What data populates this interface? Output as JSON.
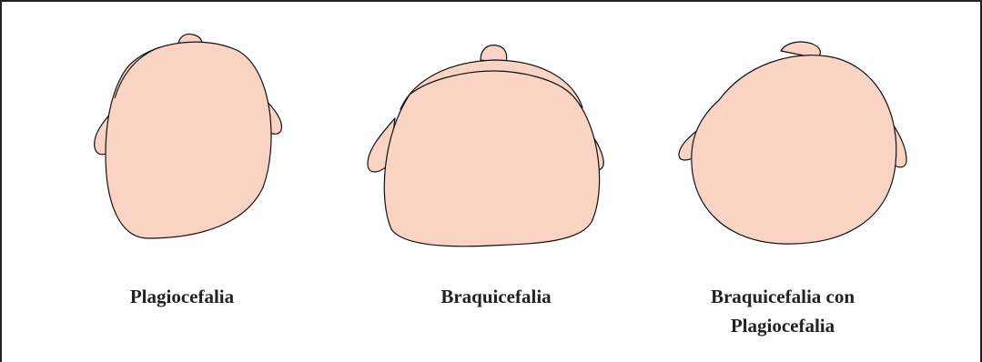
{
  "figure": {
    "skin_color": "#f9d3c3",
    "outline_color": "#111111",
    "heads": [
      {
        "label_lines": [
          "Plagiocefalia"
        ]
      },
      {
        "label_lines": [
          "Braquicefalia"
        ]
      },
      {
        "label_lines": [
          "Braquicefalia con",
          "Plagiocefalia"
        ]
      }
    ]
  }
}
